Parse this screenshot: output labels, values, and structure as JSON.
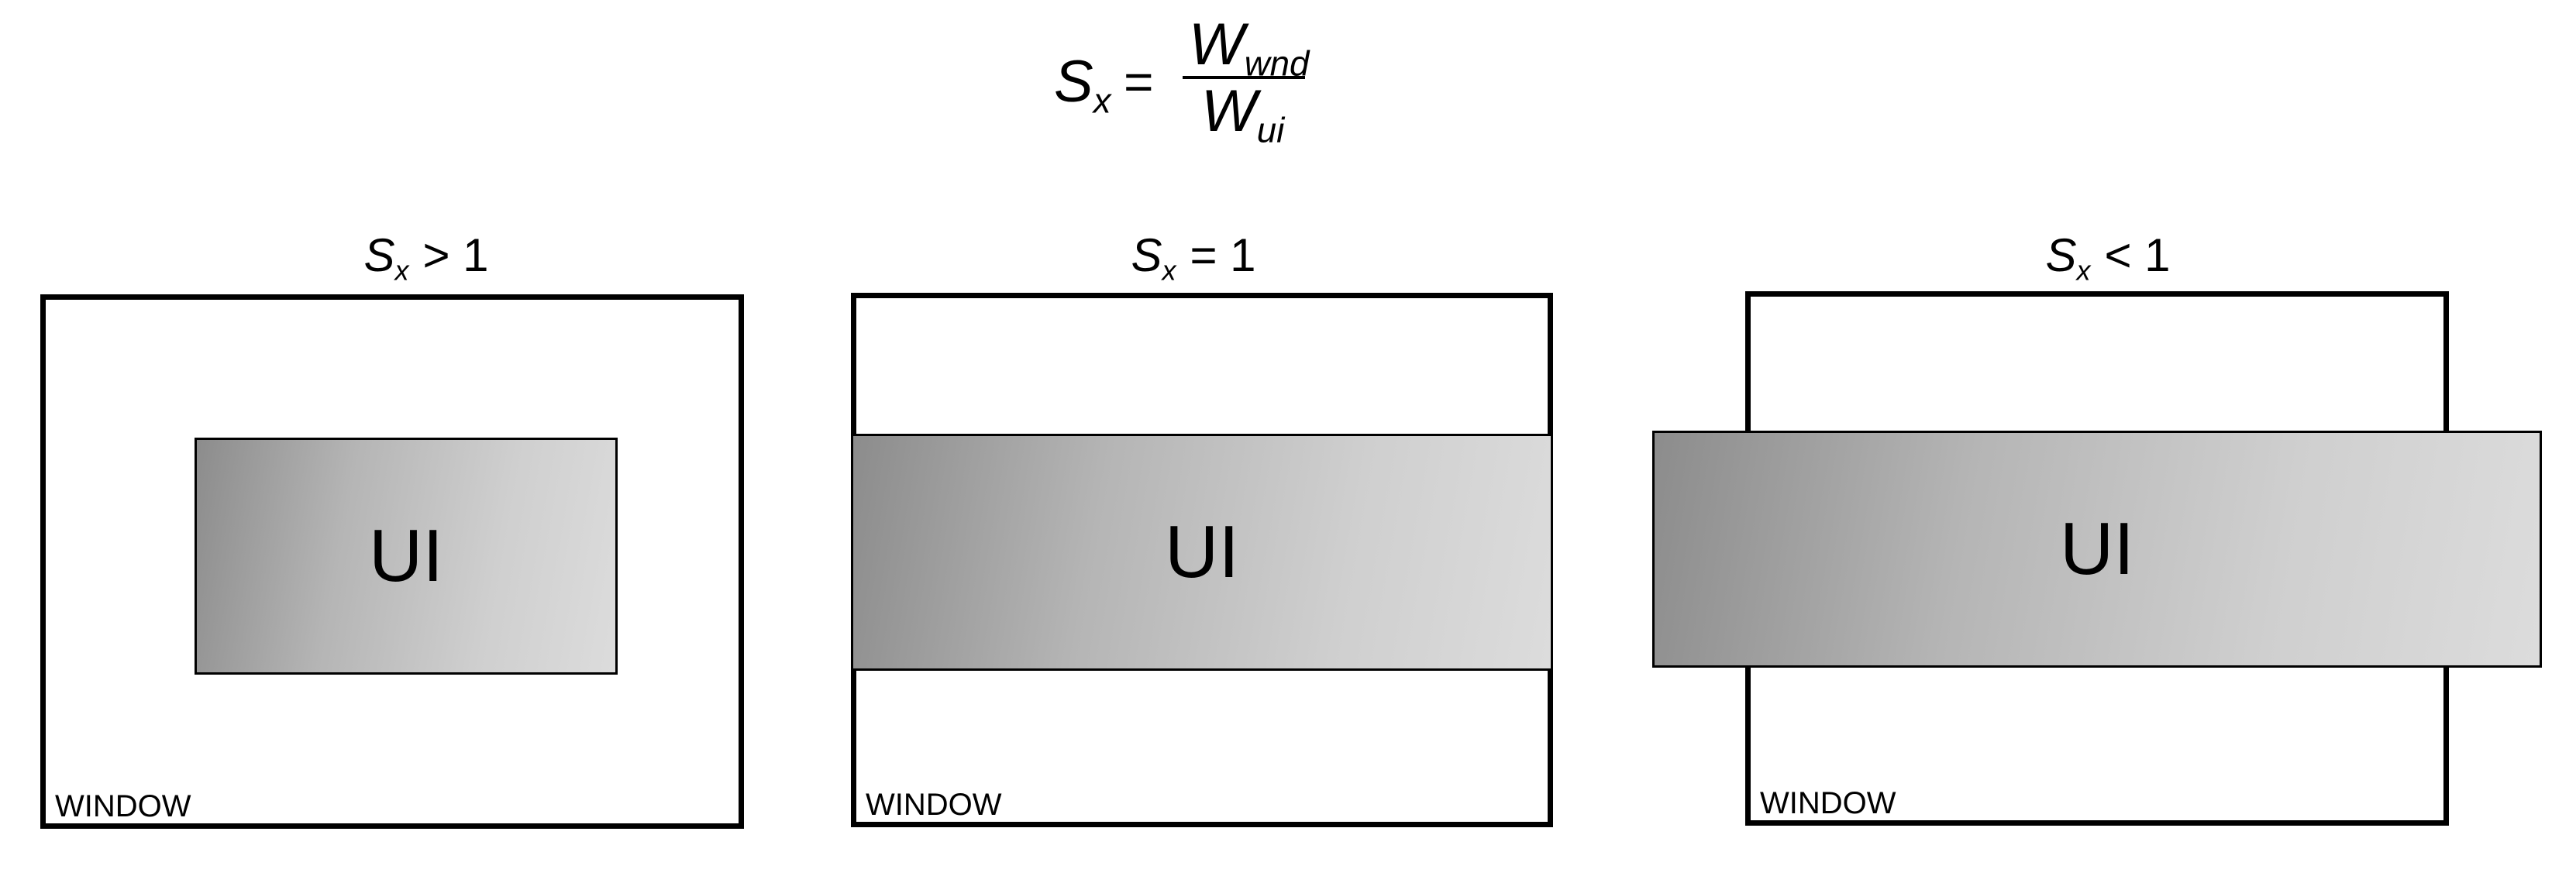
{
  "formula": {
    "lhs_base": "S",
    "lhs_sub": "x",
    "equals": "=",
    "numerator_base": "W",
    "numerator_sub": "wnd",
    "denominator_base": "W",
    "denominator_sub": "ui"
  },
  "panels": [
    {
      "caption_base": "S",
      "caption_sub": "x",
      "caption_relation": "> 1",
      "ui_label": "UI",
      "window_label": "WINDOW"
    },
    {
      "caption_base": "S",
      "caption_sub": "x",
      "caption_relation": "= 1",
      "ui_label": "UI",
      "window_label": "WINDOW"
    },
    {
      "caption_base": "S",
      "caption_sub": "x",
      "caption_relation": "< 1",
      "ui_label": "UI",
      "window_label": "WINDOW"
    }
  ],
  "colors": {
    "outline": "#000000",
    "ui_gradient_dark": "#8c8c8c",
    "ui_gradient_light": "#dcdcdc",
    "background": "#ffffff"
  }
}
